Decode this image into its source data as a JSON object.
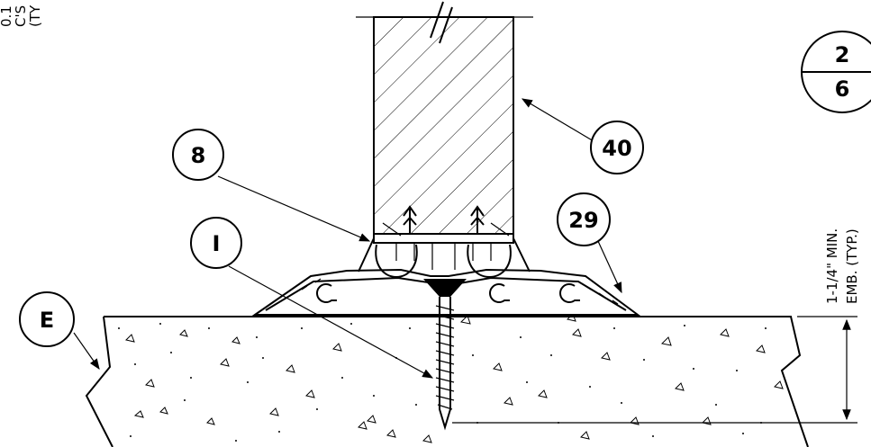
{
  "callouts": {
    "e": "E",
    "i": "I",
    "eight": "8",
    "twenty_nine": "29",
    "forty": "40",
    "section_num": "2",
    "section_sheet": "6"
  },
  "notes": {
    "embedment_line1": "1-1/4\" MIN.",
    "embedment_line2": "EMB. (TYP.)",
    "partial_line1": "0.1",
    "partial_line2": "C'S",
    "partial_line3": "(TY"
  }
}
